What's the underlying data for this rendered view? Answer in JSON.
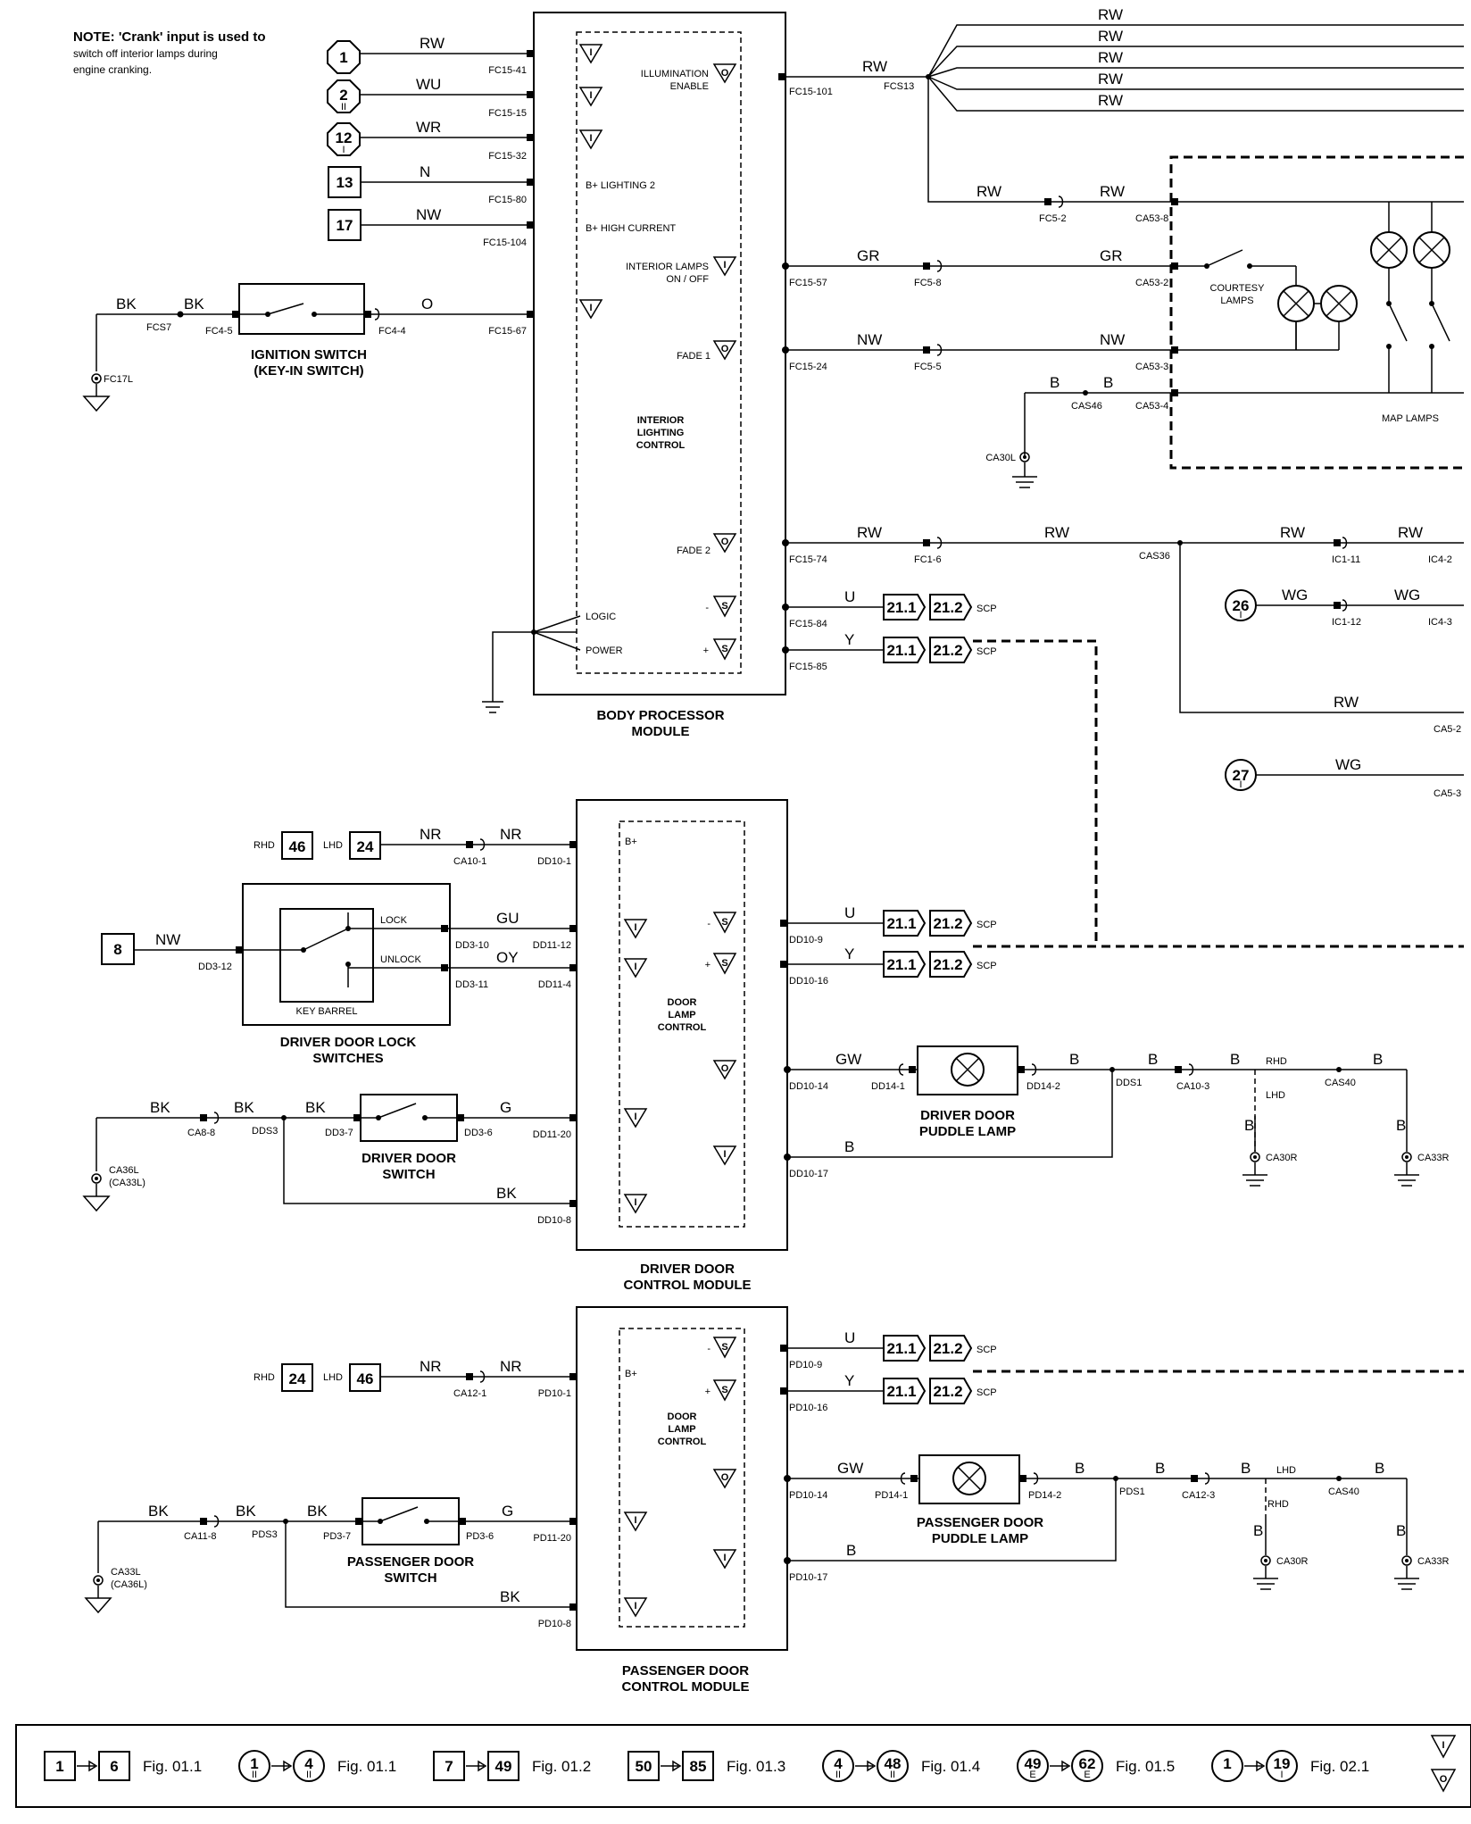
{
  "note": {
    "bold": "NOTE:",
    "lines": [
      "'Crank' input is used to",
      "switch off interior lamps during",
      "engine cranking."
    ]
  },
  "bpm": {
    "title": [
      "BODY PROCESSOR",
      "MODULE"
    ],
    "inner": [
      "INTERIOR",
      "LIGHTING",
      "CONTROL"
    ],
    "illum": [
      "ILLUMINATION",
      "ENABLE"
    ],
    "b_light2": "B+ LIGHTING 2",
    "b_high": "B+ HIGH CURRENT",
    "int_lamps": [
      "INTERIOR LAMPS",
      "ON / OFF"
    ],
    "fade1": "FADE 1",
    "fade2": "FADE 2",
    "logic": "LOGIC",
    "power": "POWER"
  },
  "inputs": [
    {
      "label": "1",
      "sub": "",
      "shape": "oct",
      "wire": "RW",
      "conn": "FC15-41"
    },
    {
      "label": "2",
      "sub": "II",
      "shape": "oct",
      "wire": "WU",
      "conn": "FC15-15"
    },
    {
      "label": "12",
      "sub": "I",
      "shape": "oct",
      "wire": "WR",
      "conn": "FC15-32"
    },
    {
      "label": "13",
      "sub": "",
      "shape": "sq",
      "wire": "N",
      "conn": "FC15-80"
    },
    {
      "label": "17",
      "sub": "",
      "shape": "sq",
      "wire": "NW",
      "conn": "FC15-104"
    }
  ],
  "ignition": {
    "title": [
      "IGNITION SWITCH",
      "(KEY-IN SWITCH)"
    ],
    "wires": [
      "BK",
      "BK",
      "O"
    ],
    "conns": [
      "FCS7",
      "FC4-5",
      "FC4-4",
      "FC15-67",
      "FC17L"
    ]
  },
  "bpm_out": {
    "rw": "RW",
    "fc101": "FC15-101",
    "fcs13": "FCS13",
    "fan": [
      "RW",
      "RW",
      "RW",
      "RW",
      "RW"
    ],
    "fc52": "FC5-2",
    "ca538": "CA53-8",
    "rw2": [
      "RW",
      "RW"
    ],
    "gr": [
      "GR",
      "GR"
    ],
    "fc57": "FC15-57",
    "fc58": "FC5-8",
    "ca532": "CA53-2",
    "nw": [
      "NW",
      "NW"
    ],
    "fc24": "FC15-24",
    "fc55": "FC5-5",
    "ca533": "CA53-3",
    "b": [
      "B",
      "B"
    ],
    "cas46": "CAS46",
    "ca534": "CA53-4",
    "ca30l": "CA30L",
    "rw3": [
      "RW",
      "RW",
      "RW",
      "RW"
    ],
    "fc74": "FC15-74",
    "fc16": "FC1-6",
    "cas36": "CAS36",
    "ic111": "IC1-11",
    "ic42": "IC4-2",
    "u": "U",
    "y": "Y",
    "fc84": "FC15-84",
    "fc85": "FC15-85",
    "courtesy": [
      "COURTESY",
      "LAMPS"
    ],
    "map": "MAP LAMPS",
    "ref26": "26",
    "ref26sub": "I",
    "wg": [
      "WG",
      "WG"
    ],
    "ic112": "IC1-12",
    "ic43": "IC4-3",
    "rw4": "RW",
    "ca52": "CA5-2",
    "ref27": "27",
    "ref27sub": "I",
    "wg2": "WG",
    "ca53": "CA5-3"
  },
  "scp": {
    "a": "21.1",
    "b": "21.2",
    "label": "SCP"
  },
  "ddcm": {
    "title": [
      "DRIVER DOOR",
      "CONTROL MODULE"
    ],
    "inner": [
      "DOOR",
      "LAMP",
      "CONTROL"
    ],
    "bplus": "B+",
    "rhd": "RHD",
    "lhd": "LHD",
    "rhd_val": "46",
    "lhd_val": "24",
    "nr": [
      "NR",
      "NR"
    ],
    "ca101": "CA10-1",
    "dd101": "DD10-1",
    "lock": "LOCK",
    "unlock": "UNLOCK",
    "key": "KEY BARREL",
    "lock_title": [
      "DRIVER DOOR LOCK",
      "SWITCHES"
    ],
    "gu": "GU",
    "oy": "OY",
    "dd310": "DD3-10",
    "dd311": "DD3-11",
    "dd1112": "DD11-12",
    "dd114": "DD11-4",
    "in8": "8",
    "nw": "NW",
    "dd312": "DD3-12",
    "u": "U",
    "y": "Y",
    "dd109": "DD10-9",
    "dd1016": "DD10-16",
    "gw": "GW",
    "dd1014": "DD10-14",
    "dd141": "DD14-1",
    "dd142": "DD14-2",
    "puddle": [
      "DRIVER DOOR",
      "PUDDLE LAMP"
    ],
    "b_wires": [
      "B",
      "B",
      "B",
      "B",
      "B",
      "B"
    ],
    "dds1": "DDS1",
    "ca103": "CA10-3",
    "rhd2": "RHD",
    "lhd2": "LHD",
    "cas40": "CAS40",
    "ca30r": "CA30R",
    "ca33r": "CA33R",
    "dd1017": "DD10-17",
    "b17": "B",
    "bk": [
      "BK",
      "BK",
      "BK",
      "BK"
    ],
    "ca88": "CA8-8",
    "dds3": "DDS3",
    "dd37": "DD3-7",
    "dd36": "DD3-6",
    "g": "G",
    "dd1120": "DD11-20",
    "gnd": [
      "CA36L",
      "(CA33L)"
    ],
    "door_sw": [
      "DRIVER DOOR",
      "SWITCH"
    ],
    "dd108": "DD10-8"
  },
  "pdcm": {
    "title": [
      "PASSENGER DOOR",
      "CONTROL MODULE"
    ],
    "inner": [
      "DOOR",
      "LAMP",
      "CONTROL"
    ],
    "bplus": "B+",
    "rhd": "RHD",
    "lhd": "LHD",
    "rhd_val": "24",
    "lhd_val": "46",
    "nr": [
      "NR",
      "NR"
    ],
    "ca121": "CA12-1",
    "pd101": "PD10-1",
    "u": "U",
    "y": "Y",
    "pd109": "PD10-9",
    "pd1016": "PD10-16",
    "gw": "GW",
    "pd1014": "PD10-14",
    "pd141": "PD14-1",
    "pd142": "PD14-2",
    "puddle": [
      "PASSENGER DOOR",
      "PUDDLE LAMP"
    ],
    "b_wires": [
      "B",
      "B",
      "B",
      "B",
      "B",
      "B"
    ],
    "pds1": "PDS1",
    "ca123": "CA12-3",
    "lhd2": "LHD",
    "rhd2": "RHD",
    "cas40": "CAS40",
    "ca30r": "CA30R",
    "ca33r": "CA33R",
    "pd1017": "PD10-17",
    "b17": "B",
    "bk": [
      "BK",
      "BK",
      "BK",
      "BK"
    ],
    "ca118": "CA11-8",
    "pds3": "PDS3",
    "pd37": "PD3-7",
    "pd36": "PD3-6",
    "g": "G",
    "pd1120": "PD11-20",
    "gnd": [
      "CA33L",
      "(CA36L)"
    ],
    "door_sw": [
      "PASSENGER DOOR",
      "SWITCH"
    ],
    "pd108": "PD10-8"
  },
  "legend": [
    {
      "from": "1",
      "to": "6",
      "from_sub": "",
      "to_sub": "",
      "shape": "sq",
      "fig": "Fig. 01.1"
    },
    {
      "from": "1",
      "to": "4",
      "from_sub": "II",
      "to_sub": "II",
      "shape": "oct",
      "fig": "Fig. 01.1"
    },
    {
      "from": "7",
      "to": "49",
      "from_sub": "",
      "to_sub": "",
      "shape": "sq",
      "fig": "Fig. 01.2"
    },
    {
      "from": "50",
      "to": "85",
      "from_sub": "",
      "to_sub": "",
      "shape": "sq",
      "fig": "Fig. 01.3"
    },
    {
      "from": "4",
      "to": "48",
      "from_sub": "II",
      "to_sub": "II",
      "shape": "oct",
      "fig": "Fig. 01.4"
    },
    {
      "from": "49",
      "to": "62",
      "from_sub": "E",
      "to_sub": "E",
      "shape": "oct",
      "fig": "Fig. 01.5"
    },
    {
      "from": "1",
      "to": "19",
      "from_sub": "",
      "to_sub": "I",
      "shape": "oct",
      "fig": "Fig. 02.1"
    }
  ]
}
